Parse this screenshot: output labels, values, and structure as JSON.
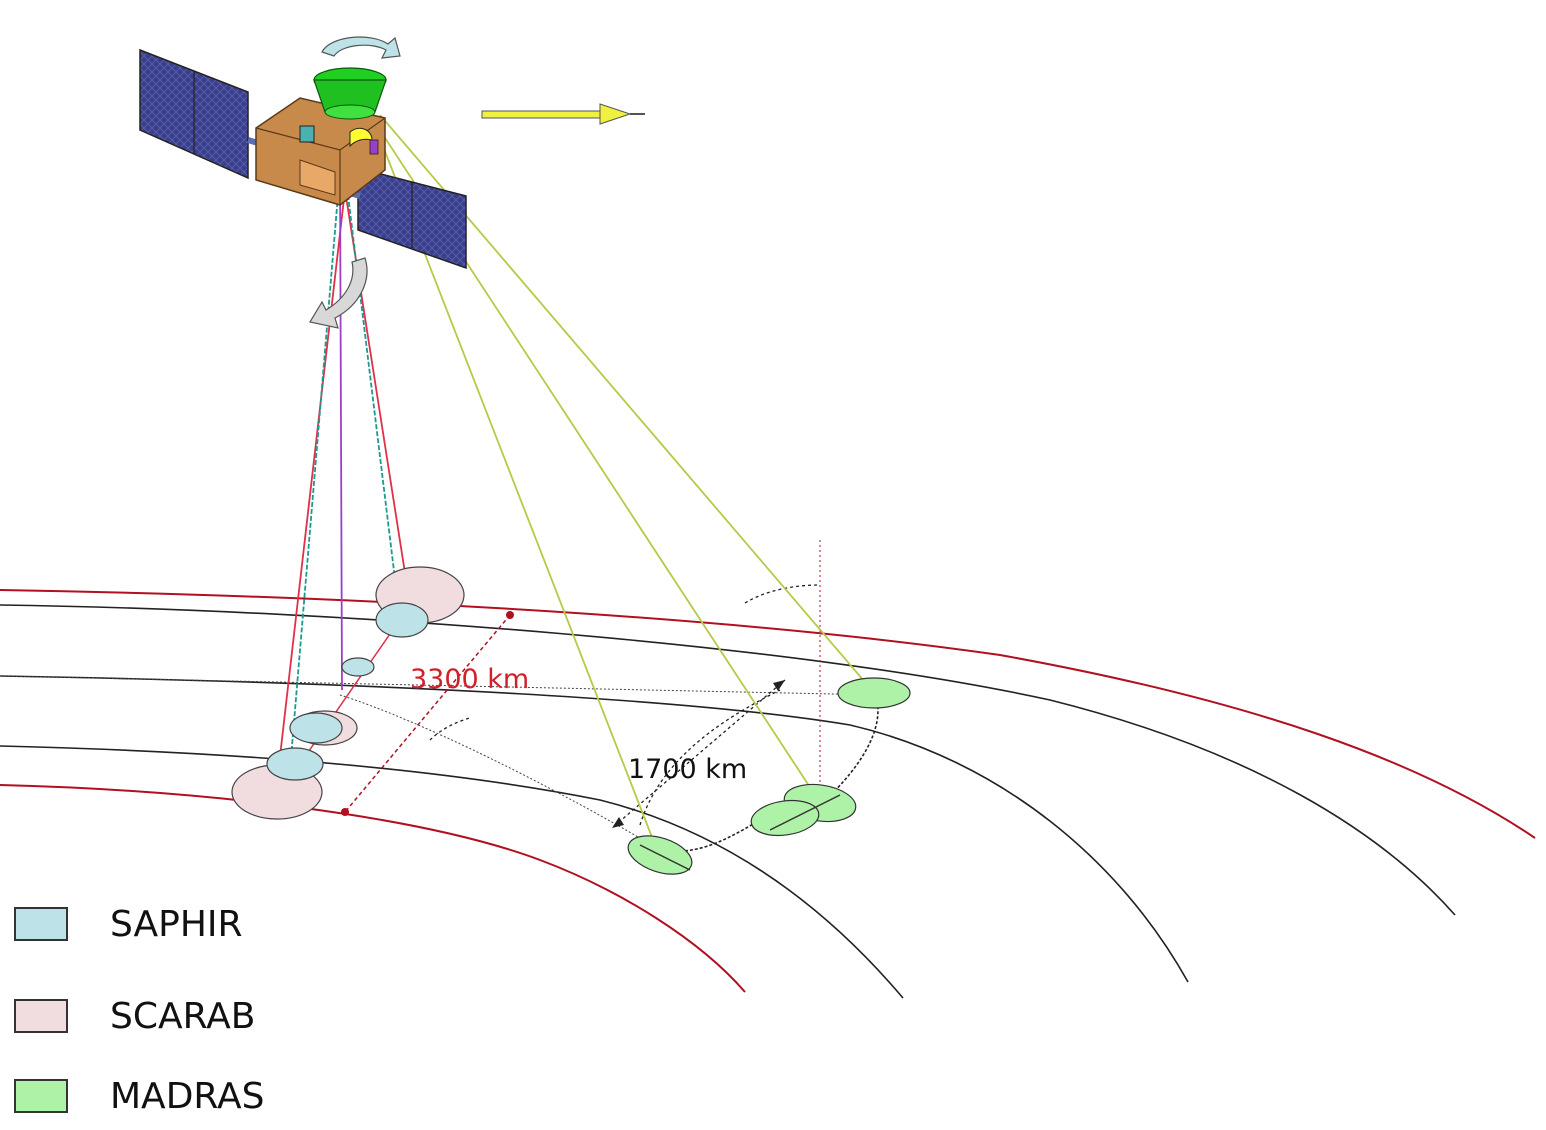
{
  "labels": {
    "scan_width_outer": "3300 km",
    "scan_width_inner": "1700 km"
  },
  "legend": [
    {
      "label": "SAPHIR",
      "color": "#bde3e8"
    },
    {
      "label": "SCARAB",
      "color": "#f1dde0"
    },
    {
      "label": "MADRAS",
      "color": "#aef2a8"
    }
  ],
  "colors": {
    "saphir": "#bde3e8",
    "scarab": "#f1dde0",
    "madras": "#aef2a8",
    "swath_edge": "#b01020",
    "scan_line": "#222222",
    "madras_beam": "#b7c947",
    "saphir_beam": "#1a9a90",
    "scarab_beam": "#e0304a",
    "nadir_beam": "#9a40c8",
    "direction_arrow": "#f0f040",
    "solar_panel": "#3a3f8a",
    "bus": "#c88a4a"
  },
  "icons": {
    "satellite": "satellite-icon",
    "flight_direction": "direction-arrow-icon",
    "madras_rotation": "rotation-arrow-icon",
    "scarab_rotation": "rotation-arrow-icon"
  }
}
